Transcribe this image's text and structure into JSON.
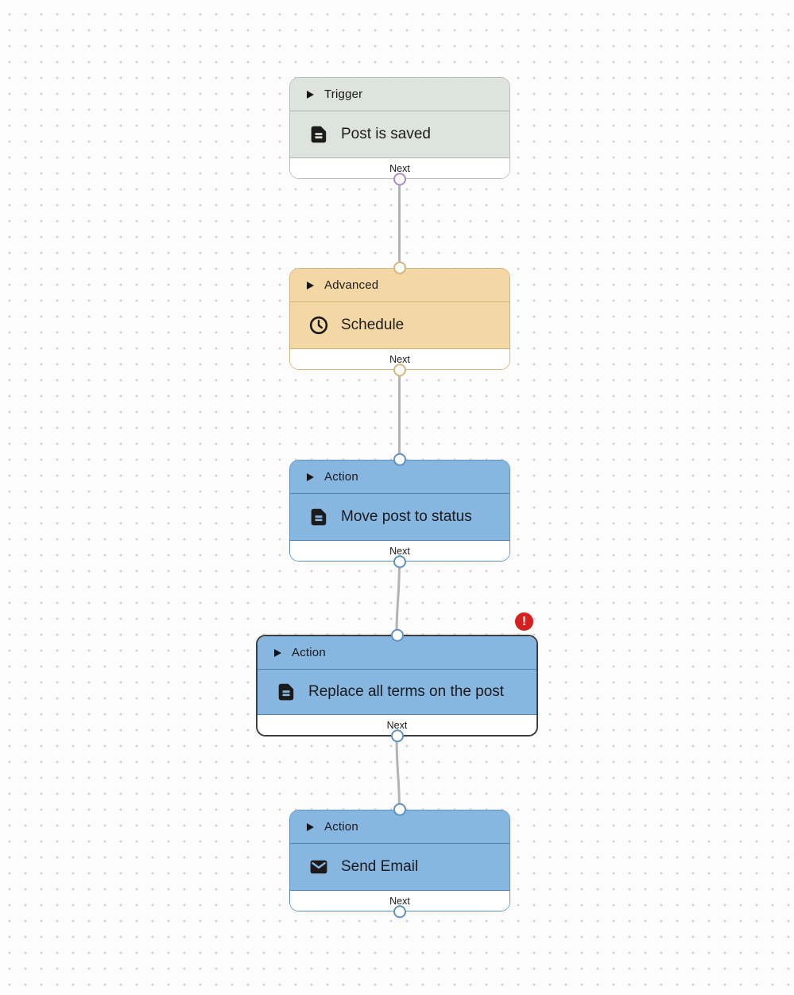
{
  "canvas": {
    "background_color": "#fcfcfc",
    "dot_grid_color": "#d2d2d2",
    "connector_color": "#b3b3b3"
  },
  "colors": {
    "trigger_fill": "#dde3dd",
    "advanced_fill": "#f3d8a5",
    "action_fill": "#87b6e0",
    "action_border": "#5e92c2",
    "selected_border": "#3d3d3d",
    "trigger_output_port": "#b18cc4",
    "error_red": "#d6201f"
  },
  "error_badge": {
    "label": "!",
    "attached_to_node": "Replace all terms on the post"
  },
  "nodes": [
    {
      "type_label": "Trigger",
      "title": "Post is saved",
      "icon": "post-icon",
      "footer_label": "Next",
      "selected": false,
      "has_error": false
    },
    {
      "type_label": "Advanced",
      "title": "Schedule",
      "icon": "clock-icon",
      "footer_label": "Next",
      "selected": false,
      "has_error": false
    },
    {
      "type_label": "Action",
      "title": "Move post to status",
      "icon": "post-icon",
      "footer_label": "Next",
      "selected": false,
      "has_error": false
    },
    {
      "type_label": "Action",
      "title": "Replace all terms on the post",
      "icon": "post-icon",
      "footer_label": "Next",
      "selected": true,
      "has_error": true
    },
    {
      "type_label": "Action",
      "title": "Send Email",
      "icon": "envelope-icon",
      "footer_label": "Next",
      "selected": false,
      "has_error": false
    }
  ],
  "edges": [
    {
      "from": "Post is saved",
      "to": "Schedule"
    },
    {
      "from": "Schedule",
      "to": "Move post to status"
    },
    {
      "from": "Move post to status",
      "to": "Replace all terms on the post"
    },
    {
      "from": "Replace all terms on the post",
      "to": "Send Email"
    }
  ]
}
